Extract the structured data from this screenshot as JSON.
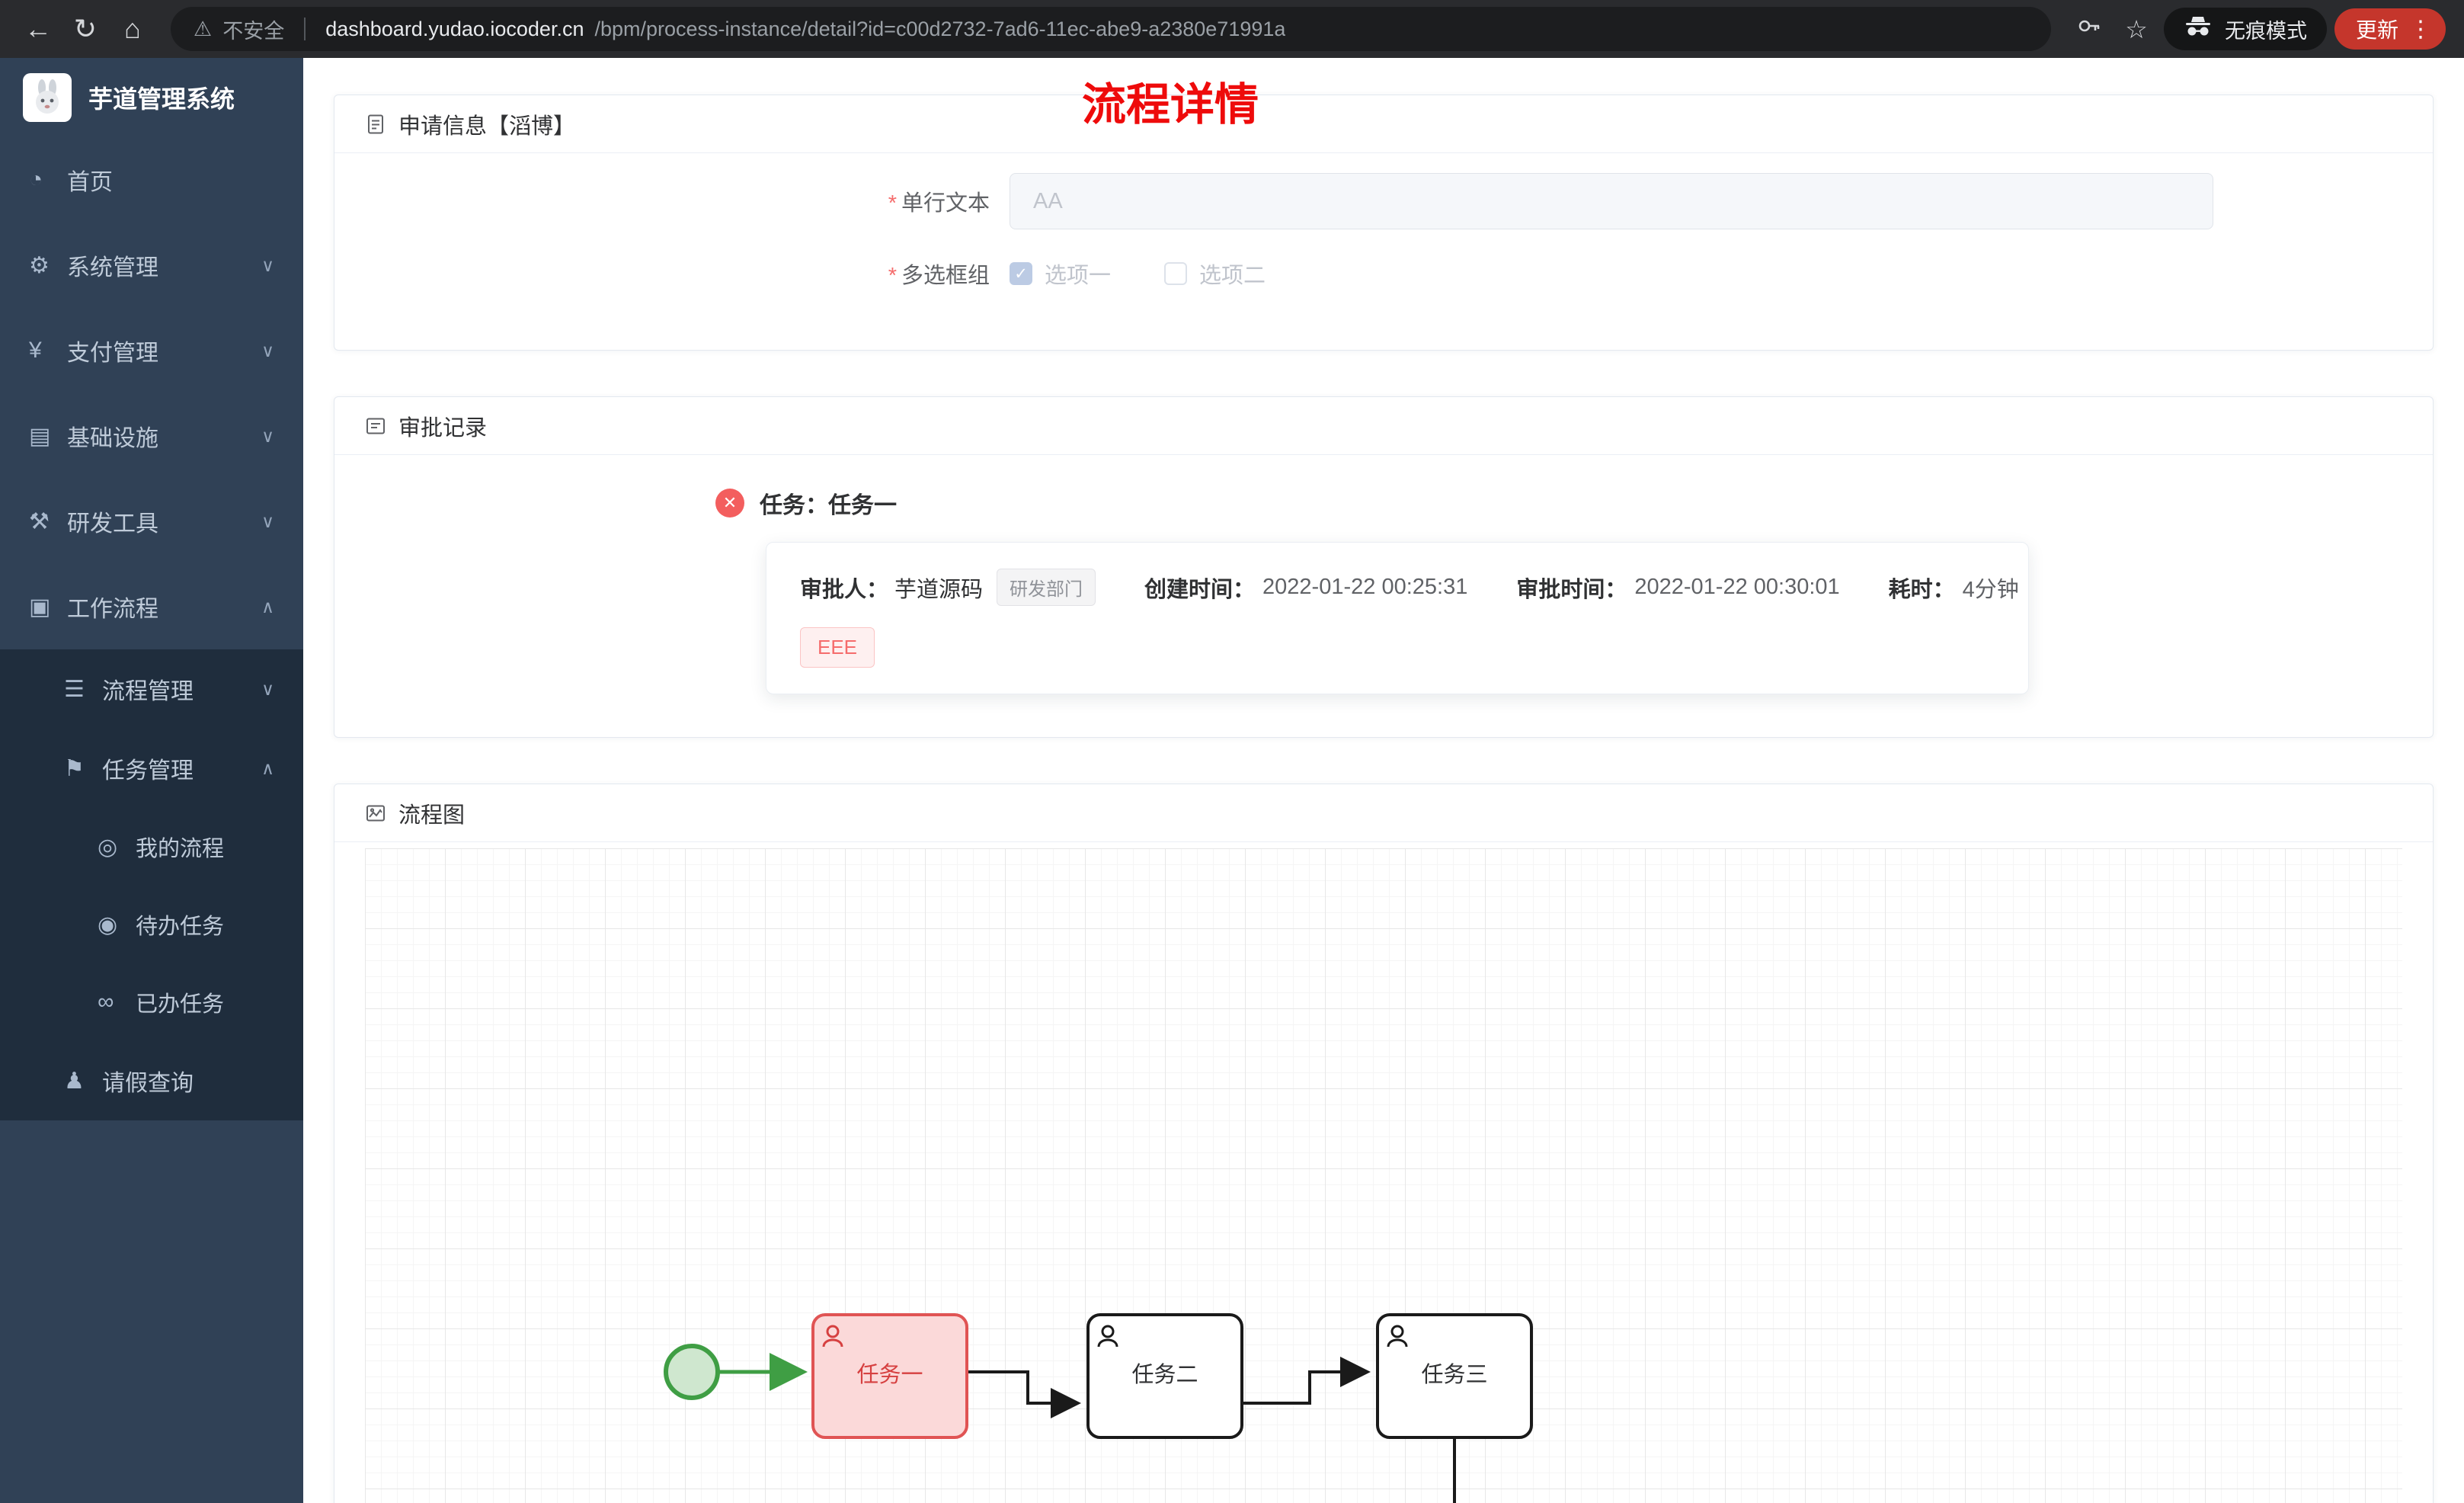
{
  "browser": {
    "security_label": "不安全",
    "url_host": "dashboard.yudao.iocoder.cn",
    "url_path": "/bpm/process-instance/detail?id=c00d2732-7ad6-11ec-abe9-a2380e71991a",
    "incognito_label": "无痕模式",
    "update_label": "更新",
    "icons": {
      "back": "←",
      "forward": "→",
      "reload": "↻",
      "home": "⌂",
      "warning": "⚠",
      "star": "☆",
      "dots": "⋮"
    }
  },
  "sidebar": {
    "app_title": "芋道管理系统",
    "menu": [
      {
        "icon": "◔",
        "label": "首页",
        "chevron": ""
      },
      {
        "icon": "⚙",
        "label": "系统管理",
        "chevron": "∨"
      },
      {
        "icon": "¥",
        "label": "支付管理",
        "chevron": "∨"
      },
      {
        "icon": "▤",
        "label": "基础设施",
        "chevron": "∨"
      },
      {
        "icon": "⚒",
        "label": "研发工具",
        "chevron": "∨"
      },
      {
        "icon": "▣",
        "label": "工作流程",
        "chevron": "∧"
      },
      {
        "icon": "☰",
        "label": "流程管理",
        "chevron": "∨"
      },
      {
        "icon": "⚑",
        "label": "任务管理",
        "chevron": "∧"
      },
      {
        "icon": "◎",
        "label": "我的流程",
        "chevron": ""
      },
      {
        "icon": "◉",
        "label": "待办任务",
        "chevron": ""
      },
      {
        "icon": "∞",
        "label": "已办任务",
        "chevron": ""
      },
      {
        "icon": "♟",
        "label": "请假查询",
        "chevron": ""
      }
    ]
  },
  "page": {
    "title": "流程详情"
  },
  "form_card": {
    "header": "申请信息【滔博】",
    "fields": {
      "text": {
        "label": "单行文本",
        "placeholder": "AA"
      },
      "checkbox": {
        "label": "多选框组",
        "option1": "选项一",
        "option2": "选项二",
        "check_glyph": "✓"
      }
    }
  },
  "approval_card": {
    "header": "审批记录",
    "task": {
      "title": "任务：任务一",
      "status_glyph": "✕",
      "approver_label": "审批人：",
      "approver": "芋道源码",
      "dept_tag": "研发部门",
      "created_label": "创建时间：",
      "created_time": "2022-01-22 00:25:31",
      "approved_label": "审批时间：",
      "approved_time": "2022-01-22 00:30:01",
      "duration_label": "耗时：",
      "duration_value": "4分钟",
      "reason_tag": "EEE"
    }
  },
  "diagram_card": {
    "header": "流程图",
    "nodes": {
      "task1": "任务一",
      "task2": "任务二",
      "task3": "任务三"
    }
  },
  "colors": {
    "title_red": "#ee0b0b",
    "danger": "#f56c6c",
    "sidebar_bg": "#304156",
    "submenu_bg": "#1f2d3d",
    "highlight_green": "#3f9e44",
    "task_highlight_border": "#e05454",
    "task_highlight_fill": "#fbd9d9"
  }
}
